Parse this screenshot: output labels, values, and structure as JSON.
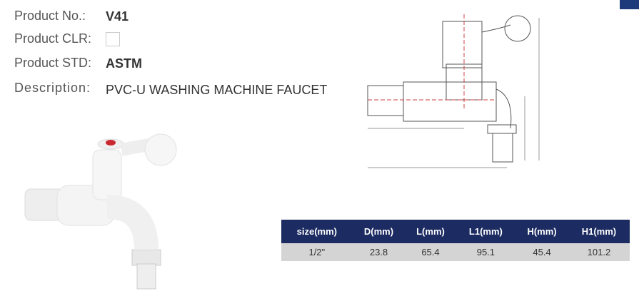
{
  "product": {
    "number_label": "Product No.:",
    "number_value": "V41",
    "clr_label": "Product CLR:",
    "std_label": "Product STD:",
    "std_value": "ASTM",
    "description_label": "Description:",
    "description_value": "PVC-U WASHING MACHINE FAUCET"
  },
  "table": {
    "headers": [
      "size(mm)",
      "D(mm)",
      "L(mm)",
      "L1(mm)",
      "H(mm)",
      "H1(mm)"
    ],
    "rows": [
      [
        "1/2\"",
        "23.8",
        "65.4",
        "95.1",
        "45.4",
        "101.2"
      ]
    ]
  },
  "colors": {
    "header_bg": "#1c2b61",
    "row_bg": "#d4d4d4",
    "handle_accent": "#c8282e"
  }
}
